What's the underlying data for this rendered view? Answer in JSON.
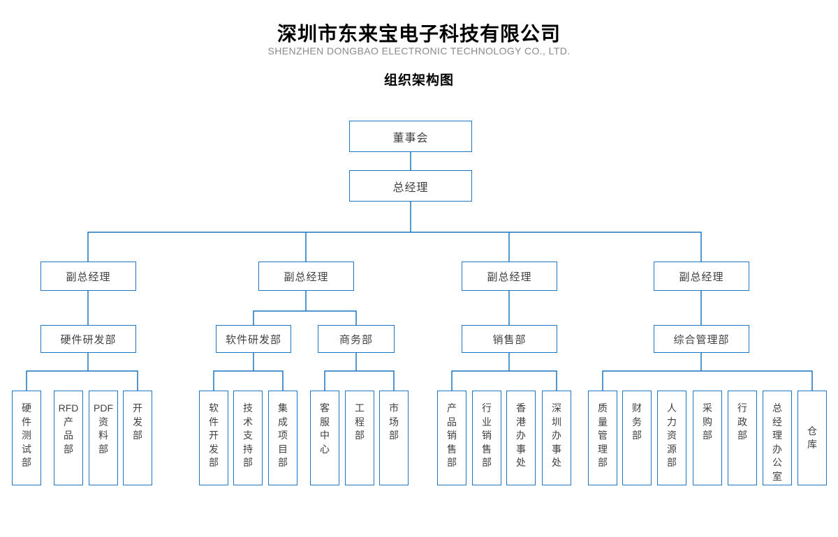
{
  "header": {
    "company_name_zh": "深圳市东来宝电子科技有限公司",
    "company_name_en": "SHENZHEN DONGBAO ELECTRONIC TECHNOLOGY CO., LTD.",
    "chart_title": "组织架构图"
  },
  "colors": {
    "accent_blue": "#1b75c0",
    "node_text": "#404040",
    "subtitle_gray": "#8a8a8a",
    "title_black": "#000000"
  },
  "nodes": {
    "board": "董事会",
    "general_manager": "总经理",
    "vp1": "副总经理",
    "vp2": "副总经理",
    "vp3": "副总经理",
    "vp4": "副总经理",
    "hardware_rd": "硬件研发部",
    "software_rd": "软件研发部",
    "business": "商务部",
    "sales": "销售部",
    "general_admin": "综合管理部",
    "leaves_hardware": [
      "硬\n件\n测\n试\n部",
      "RFD\n产\n品\n部",
      "PDF\n资\n料\n部",
      "开\n发\n部"
    ],
    "leaves_software": [
      "软\n件\n开\n发\n部",
      "技\n术\n支\n持\n部",
      "集\n成\n项\n目\n部"
    ],
    "leaves_business": [
      "客\n服\n中\n心",
      "工\n程\n部",
      "市\n场\n部"
    ],
    "leaves_sales": [
      "产\n品\n销\n售\n部",
      "行\n业\n销\n售\n部",
      "香\n港\n办\n事\n处",
      "深\n圳\n办\n事\n处"
    ],
    "leaves_admin": [
      "质\n量\n管\n理\n部",
      "财\n务\n部",
      "人\n力\n资\n源\n部",
      "采\n购\n部",
      "行\n政\n部",
      "总\n经\n理\n办\n公\n室",
      "仓\n库"
    ]
  }
}
